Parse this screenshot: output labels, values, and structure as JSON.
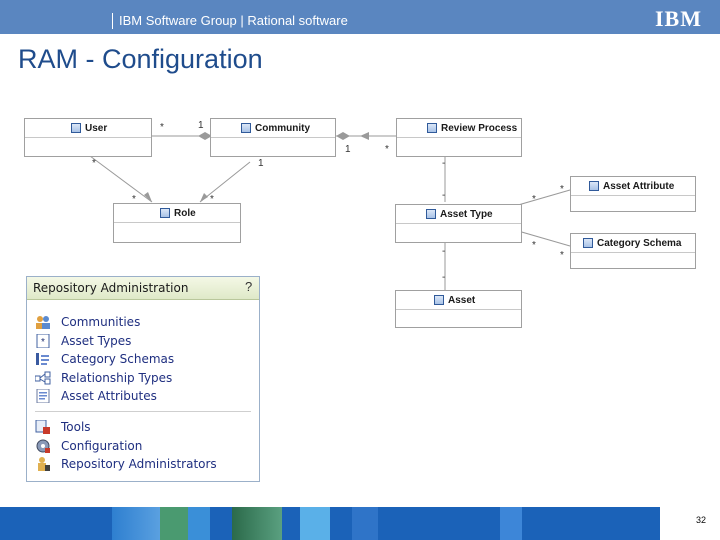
{
  "header": {
    "group": "IBM Software Group | Rational software",
    "logo": "IBM"
  },
  "title": "RAM - Configuration",
  "diagram": {
    "classes": {
      "user": "User",
      "community": "Community",
      "review_process": "Review Process",
      "role": "Role",
      "asset_type": "Asset Type",
      "asset_attribute": "Asset Attribute",
      "category_schema": "Category Schema",
      "asset": "Asset"
    },
    "multiplicities": {
      "user_community_many": "*",
      "user_community_one": "1",
      "community_review_one": "1",
      "community_review_many": "*",
      "user_role_many": "*",
      "community_role_one": "1",
      "role_left_many": "*",
      "role_right_many": "*",
      "review_type_top": "-",
      "review_type_bottom": "-",
      "type_attr_left": "*",
      "type_attr_right": "*",
      "type_schema_left": "*",
      "type_schema_right": "*",
      "type_asset_top": "-",
      "type_asset_bottom": "-"
    }
  },
  "admin": {
    "title": "Repository Administration",
    "help": "?",
    "group1": [
      {
        "label": "Communities",
        "icon": "communities-icon"
      },
      {
        "label": "Asset Types",
        "icon": "asset-types-icon"
      },
      {
        "label": "Category Schemas",
        "icon": "category-schemas-icon"
      },
      {
        "label": "Relationship Types",
        "icon": "relationship-types-icon"
      },
      {
        "label": "Asset Attributes",
        "icon": "asset-attributes-icon"
      }
    ],
    "group2": [
      {
        "label": "Tools",
        "icon": "tools-icon"
      },
      {
        "label": "Configuration",
        "icon": "configuration-icon"
      },
      {
        "label": "Repository Administrators",
        "icon": "repository-administrators-icon"
      }
    ]
  },
  "footer": {
    "page_number": "32"
  },
  "colors": {
    "header_bar": "#5a86c0",
    "title": "#1f4c8c",
    "footer_bar": "#1b62b8",
    "link": "#1f2f80"
  }
}
